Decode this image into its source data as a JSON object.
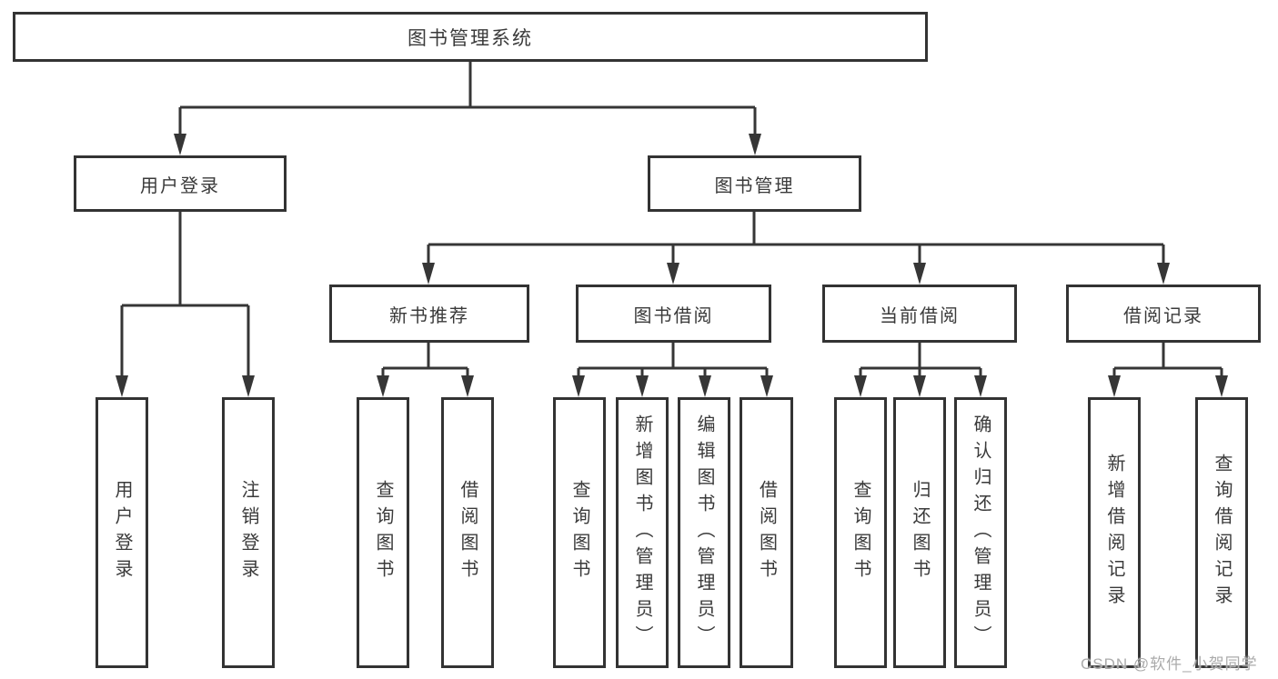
{
  "diagram": {
    "root": {
      "label": "图书管理系统"
    },
    "branches": [
      {
        "label": "用户登录",
        "children": [
          {
            "label": "用户登录"
          },
          {
            "label": "注销登录"
          }
        ]
      },
      {
        "label": "图书管理",
        "children": [
          {
            "label": "新书推荐",
            "children": [
              {
                "label": "查询图书"
              },
              {
                "label": "借阅图书"
              }
            ]
          },
          {
            "label": "图书借阅",
            "children": [
              {
                "label": "查询图书"
              },
              {
                "label": "新增图书（管理员）"
              },
              {
                "label": "编辑图书（管理员）"
              },
              {
                "label": "借阅图书"
              }
            ]
          },
          {
            "label": "当前借阅",
            "children": [
              {
                "label": "查询图书"
              },
              {
                "label": "归还图书"
              },
              {
                "label": "确认归还（管理员）"
              }
            ]
          },
          {
            "label": "借阅记录",
            "children": [
              {
                "label": "新增借阅记录"
              },
              {
                "label": "查询借阅记录"
              }
            ]
          }
        ]
      }
    ]
  },
  "watermark": {
    "text": "CSDN @软件_小贺同学"
  },
  "colors": {
    "border": "#333333",
    "line": "#363636",
    "text": "#3a3a3a",
    "background": "#ffffff",
    "watermark": "#ababab"
  }
}
